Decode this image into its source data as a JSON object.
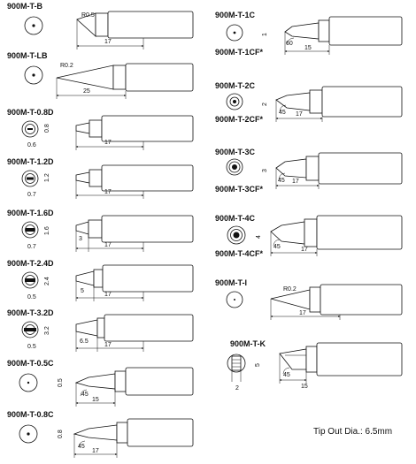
{
  "tips": [
    {
      "model": "900M-T-B",
      "dims": [
        "R0.5",
        "17"
      ]
    },
    {
      "model": "900M-T-LB",
      "dims": [
        "R0.2",
        "25"
      ]
    },
    {
      "model": "900M-T-0.8D",
      "dims": [
        "0.8",
        "0.6",
        "17"
      ]
    },
    {
      "model": "900M-T-1.2D",
      "dims": [
        "1.2",
        "0.7",
        "17"
      ]
    },
    {
      "model": "900M-T-1.6D",
      "dims": [
        "1.6",
        "0.7",
        "3",
        "17"
      ]
    },
    {
      "model": "900M-T-2.4D",
      "dims": [
        "2.4",
        "0.5",
        "5",
        "17"
      ]
    },
    {
      "model": "900M-T-3.2D",
      "dims": [
        "3.2",
        "0.5",
        "6.5",
        "17"
      ]
    },
    {
      "model": "900M-T-0.5C",
      "dims": [
        "0.5",
        "45",
        "15"
      ]
    },
    {
      "model": "900M-T-0.8C",
      "dims": [
        "0.8",
        "45",
        "17"
      ]
    },
    {
      "model": "900M-T-1C",
      "model_cf": "900M-T-1CF*",
      "dims": [
        "1",
        "60",
        "15"
      ]
    },
    {
      "model": "900M-T-2C",
      "model_cf": "900M-T-2CF*",
      "dims": [
        "2",
        "45",
        "17"
      ]
    },
    {
      "model": "900M-T-3C",
      "model_cf": "900M-T-3CF*",
      "dims": [
        "3",
        "45",
        "17"
      ]
    },
    {
      "model": "900M-T-4C",
      "model_cf": "900M-T-4CF*",
      "dims": [
        "4",
        "45",
        "17"
      ]
    },
    {
      "model": "900M-T-I",
      "dims": [
        "R0.2",
        "17"
      ]
    },
    {
      "model": "900M-T-K",
      "dims": [
        "5",
        "2",
        "45",
        "15"
      ]
    }
  ],
  "note": "Tip Out Dia.: 6.5mm"
}
